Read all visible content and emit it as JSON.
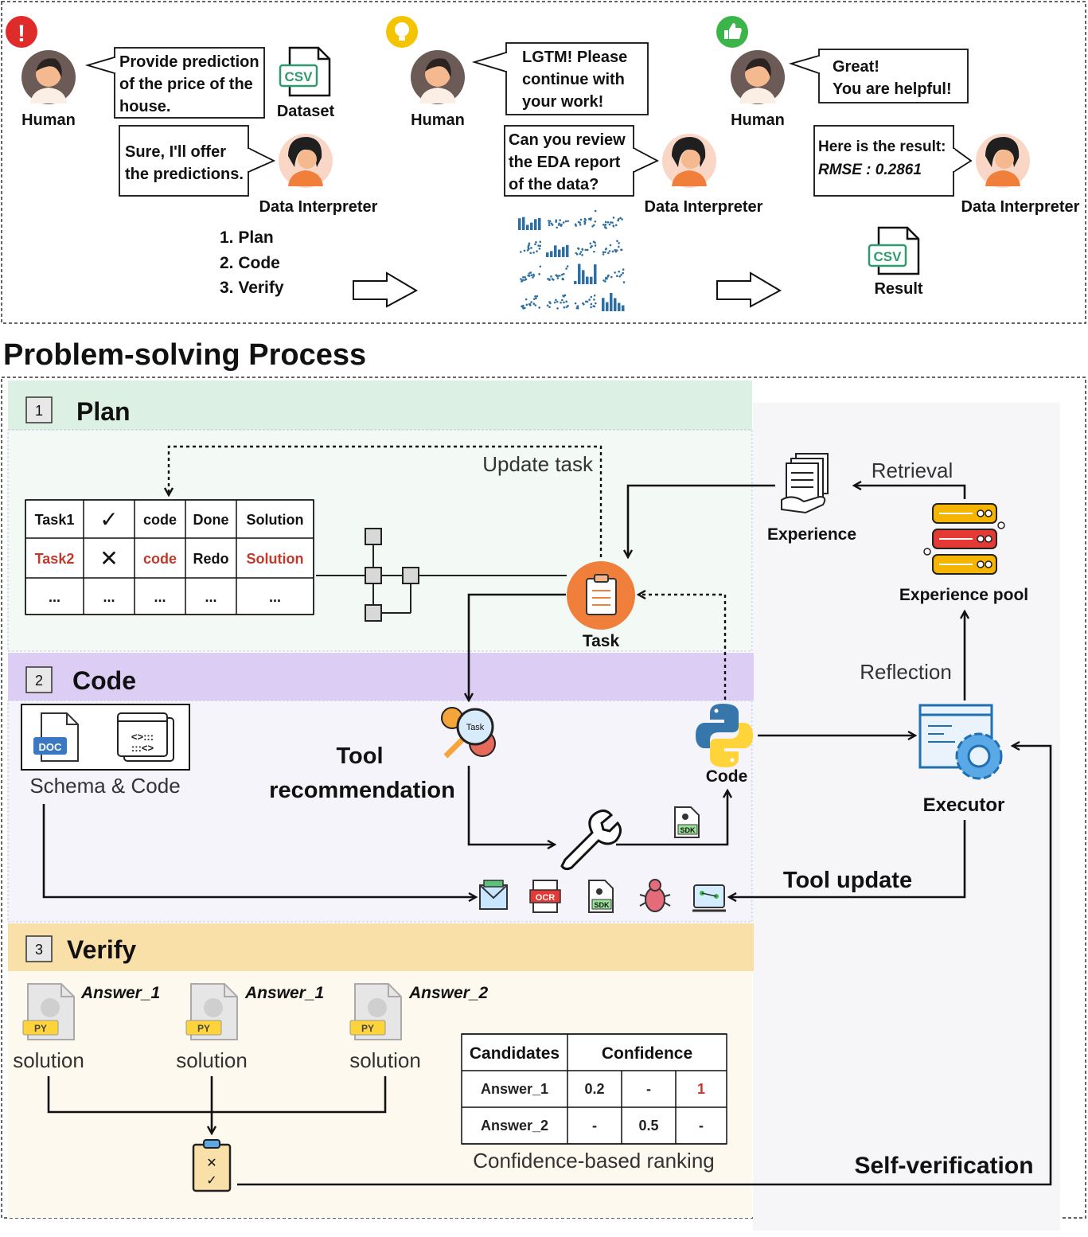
{
  "top": {
    "step1": {
      "human_label": "Human",
      "human_msg": [
        "Provide prediction",
        "of the price of the",
        "house."
      ],
      "dataset_icon": "CSV",
      "dataset_label": "Dataset",
      "di_msg": [
        "Sure, I'll offer",
        "the predictions."
      ],
      "di_label": "Data Interpreter",
      "steps": [
        "1. Plan",
        "2. Code",
        "3. Verify"
      ]
    },
    "step2": {
      "human_label": "Human",
      "human_msg": [
        "LGTM! Please",
        "continue with",
        "your work!"
      ],
      "di_msg": [
        "Can you review",
        "the EDA  report",
        "of the data?"
      ],
      "di_label": "Data Interpreter"
    },
    "step3": {
      "human_label": "Human",
      "human_msg": [
        "Great!",
        "You are helpful!"
      ],
      "di_msg": [
        "Here is the result:",
        "RMSE : 0.2861"
      ],
      "di_label": "Data Interpreter",
      "result_icon": "CSV",
      "result_label": "Result"
    },
    "badges": {
      "alert": "!",
      "colors": {
        "alert": "#e02b2b",
        "idea": "#f5c400",
        "ok": "#3bb54a"
      }
    }
  },
  "process_title": "Problem-solving Process",
  "plan": {
    "num": "1",
    "title": "Plan",
    "update_task": "Update task",
    "table": [
      [
        "Task1",
        "✓",
        "code",
        "Done",
        "Solution"
      ],
      [
        "Task2",
        "✕",
        "code",
        "Redo",
        "Solution"
      ],
      [
        "...",
        "...",
        "...",
        "...",
        "..."
      ]
    ],
    "task_label": "Task",
    "retrieval": "Retrieval",
    "experience": "Experience",
    "experience_pool": "Experience pool",
    "reflection": "Reflection"
  },
  "code": {
    "num": "2",
    "title": "Code",
    "doc_icon": "DOC",
    "schema_label": "Schema & Code",
    "tool_rec": [
      "Tool",
      "recommendation"
    ],
    "task_icon_text": "Task",
    "code_label": "Code",
    "executor_label": "Executor",
    "tool_update": "Tool update",
    "sdk_icon": "SDK",
    "ocr_icon": "OCR"
  },
  "verify": {
    "num": "3",
    "title": "Verify",
    "answers": [
      "Answer_1",
      "Answer_1",
      "Answer_2"
    ],
    "py_icon": "PY",
    "solution_label": "solution",
    "table_header": [
      "Candidates",
      "Confidence"
    ],
    "table_rows": [
      [
        "Answer_1",
        "0.2",
        "-",
        "1"
      ],
      [
        "Answer_2",
        "-",
        "0.5",
        "-"
      ]
    ],
    "ranking_label": "Confidence-based ranking",
    "self_verification": "Self-verification"
  },
  "colors": {
    "plan_bg": "#dcf0e3",
    "code_bg": "#dccdf5",
    "verify_bg": "#f9dfa8",
    "red_text": "#c0392b",
    "task_orange": "#f07f3c",
    "python_blue": "#3776ab",
    "python_yellow": "#ffd43b"
  }
}
